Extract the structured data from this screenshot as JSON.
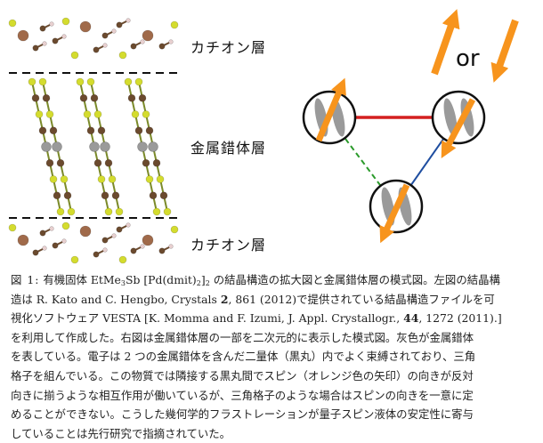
{
  "figure": {
    "labels": {
      "cation_top": "カチオン層",
      "metal_complex": "金属錯体層",
      "cation_bottom": "カチオン層",
      "or": "or"
    },
    "colors": {
      "spin_arrow": "#f7941d",
      "metal_atom": "#9a9a9a",
      "sulfur_atom": "#d4dc2e",
      "carbon_atom": "#6b4a2e",
      "antimony_atom": "#a06a4a",
      "bond_red": "#d42020",
      "bond_blue": "#1f4ea0",
      "bond_green": "#2a9a2a"
    }
  },
  "caption": {
    "label": "図 1:",
    "l1": [
      "有機固体 EtMe",
      "3",
      "Sb [Pd(dmit)",
      "2",
      "]",
      "2",
      " の結晶構造の拡大図と金属錯体層の模式図。左図の結晶構"
    ],
    "l2": [
      "造は R. Kato and C. Hengbo, Crystals ",
      "2",
      ", 861 (2012)で提供されている結晶構造ファイルを可"
    ],
    "l3": [
      "視化ソフトウェア VESTA [K. Momma and F. Izumi, J. Appl. Crystallogr., ",
      "44",
      ", 1272 (2011).]"
    ],
    "l4": "を利用して作成した。右図は金属錯体層の一部を二次元的に表示した模式図。灰色が金属錯体",
    "l5": "を表している。電子は 2 つの金属錯体を含んだ二量体（黒丸）内でよく束縛されており、三角",
    "l6": "格子を組んでいる。この物質では隣接する黒丸間でスピン（オレンジ色の矢印）の向きが反対",
    "l7": "向きに揃うような相互作用が働いているが、三角格子のような場合はスピンの向きを一意に定",
    "l8": "めることができない。こうした幾何学的フラストレーションが量子スピン液体の安定性に寄与",
    "l9": "していることは先行研究で指摘されていた。"
  }
}
